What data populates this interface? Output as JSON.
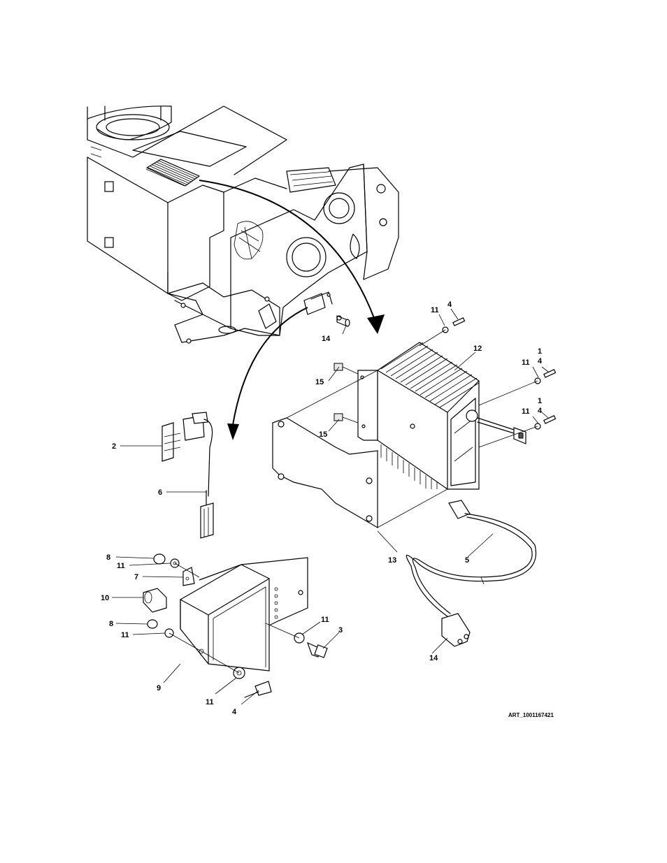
{
  "art_id": "ART_1001167421",
  "callouts": {
    "c_1a": "1",
    "c_4b": "4",
    "c_1b": "1",
    "c_4c": "4",
    "c_2": "2",
    "c_3": "3",
    "c_4a": "4",
    "c_4d": "4",
    "c_5": "5",
    "c_6": "6",
    "c_7": "7",
    "c_8a": "8",
    "c_8b": "8",
    "c_9": "9",
    "c_10": "10",
    "c_11a": "11",
    "c_11b": "11",
    "c_11c": "11",
    "c_11d": "11",
    "c_11e": "11",
    "c_11f": "11",
    "c_11g": "11",
    "c_12": "12",
    "c_13": "13",
    "c_14a": "14",
    "c_14b": "14",
    "c_15a": "15",
    "c_15b": "15"
  }
}
